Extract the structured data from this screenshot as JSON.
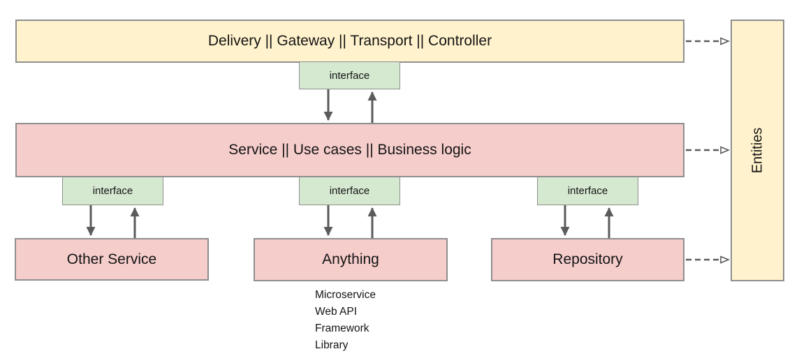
{
  "diagram": {
    "layers": {
      "delivery": {
        "label": "Delivery || Gateway || Transport || Controller"
      },
      "service": {
        "label": "Service || Use cases || Business logic"
      },
      "other_service": {
        "label": "Other Service"
      },
      "anything": {
        "label": "Anything",
        "examples": [
          "Microservice",
          "Web API",
          "Framework",
          "Library"
        ]
      },
      "repository": {
        "label": "Repository"
      },
      "entities": {
        "label": "Entities"
      }
    },
    "interface_label": "interface",
    "colors": {
      "box_yellow": "#FFF2CC",
      "box_pink": "#F5CDCB",
      "box_green": "#D5E8D0",
      "border_gray": "#8E8E8E",
      "arrow_gray": "#5B5B5B"
    }
  }
}
